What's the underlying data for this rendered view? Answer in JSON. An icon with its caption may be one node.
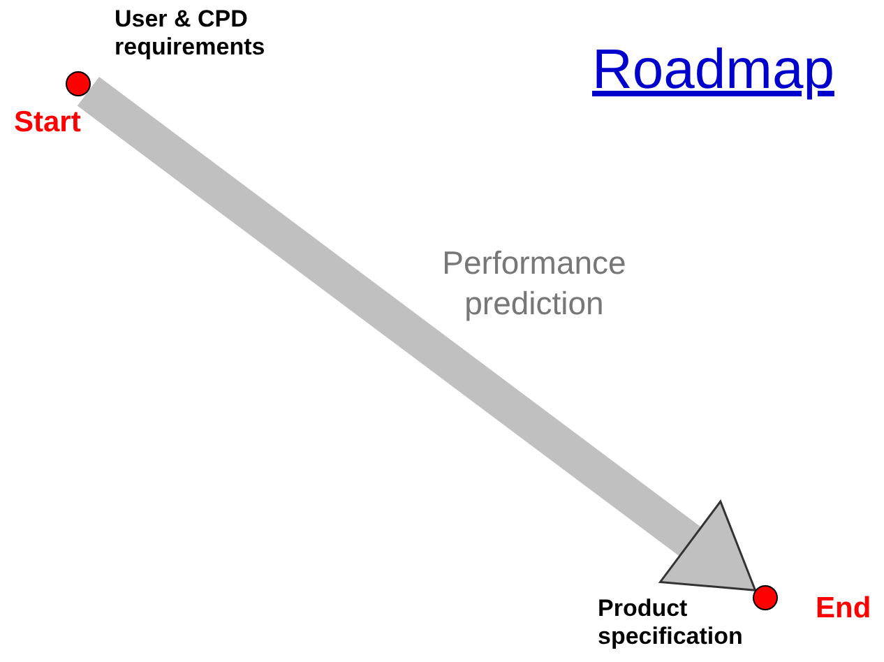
{
  "diagram": {
    "title": "Roadmap",
    "nodes": [
      {
        "text": [],
        "shape": "circle",
        "beside": [
          "User & CPD requirements",
          "Start"
        ]
      },
      {
        "text": [],
        "shape": "circle",
        "beside": [
          "Product specification",
          "End"
        ]
      }
    ],
    "edges": [
      {
        "from": 0,
        "to": 1,
        "arrow": "to",
        "label": "Performance prediction"
      }
    ]
  }
}
